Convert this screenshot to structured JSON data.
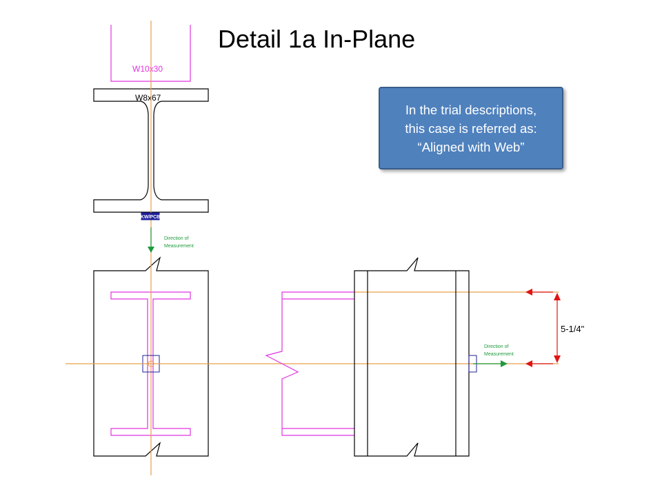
{
  "slide": {
    "title": "Detail 1a In-Plane",
    "callout_lines": [
      "In the trial descriptions,",
      "this case is referred as:",
      "“Aligned with Web”"
    ]
  },
  "labels": {
    "column_section": "W10x30",
    "beam_section": "W8x67",
    "gauge_tag": "KW/PCB",
    "direction_top_line1": "Direction of",
    "direction_top_line2": "Measurement",
    "direction_right_line1": "Direction of",
    "direction_right_line2": "Measurement",
    "dimension": "5-1/4\""
  },
  "colors": {
    "outline": "#000000",
    "magenta": "#e033e0",
    "centerline": "#e8a04a",
    "gauge_blue": "#1f1f9a",
    "arrow_green": "#1f9a3c",
    "dimension_red": "#e01414",
    "callout_fill": "#4f81bd",
    "callout_border": "#385d8a"
  }
}
